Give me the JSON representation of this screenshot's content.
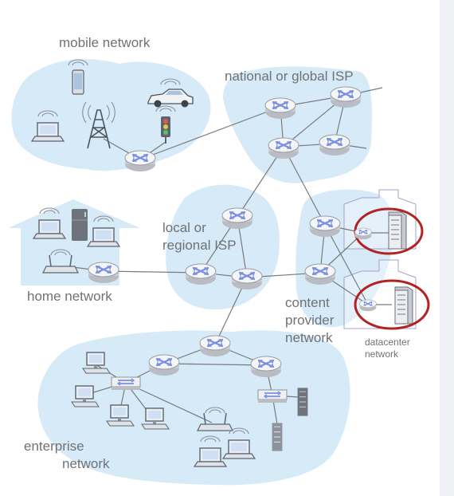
{
  "labels": {
    "mobile_network": "mobile network",
    "national_isp": "national or global ISP",
    "local_isp_1": "local or",
    "local_isp_2": "regional ISP",
    "home_network": "home network",
    "content_provider_1": "content",
    "content_provider_2": "provider",
    "content_provider_3": "network",
    "datacenter_1": "datacenter",
    "datacenter_2": "network",
    "enterprise_1": "enterprise",
    "enterprise_2": "network"
  },
  "icons": {
    "router": "router-icon",
    "switch": "switch-icon",
    "laptop": "laptop-icon",
    "phone": "phone-icon",
    "car": "car-icon",
    "cell_tower": "cell-tower-icon",
    "traffic_light": "traffic-light-icon",
    "server": "server-rack-icon",
    "desktop": "desktop-icon",
    "access_point": "wireless-access-point-icon",
    "fridge": "fridge-icon"
  },
  "colors": {
    "region_fill": "#d6eaf8",
    "router_blue": "#7b8fe0",
    "link_gray": "#7a7a7a",
    "highlight_ring": "#b32222",
    "label_gray": "#6f7276",
    "datacenter_outline": "#a99fcf"
  }
}
